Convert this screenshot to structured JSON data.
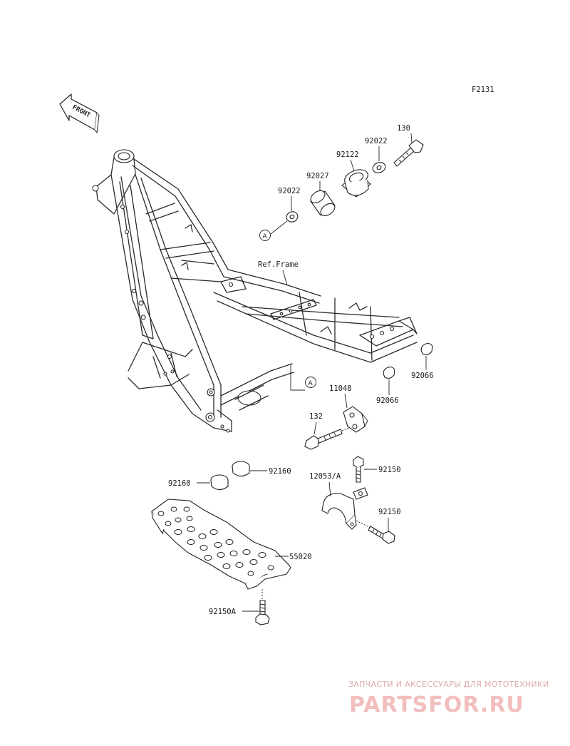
{
  "figure_code": "F2131",
  "front_arrow_label": "FRONT",
  "ref_frame_label": "Ref.Frame",
  "callout_a": "A",
  "parts": {
    "p130": "130",
    "p92022_top": "92022",
    "p92122": "92122",
    "p92027": "92027",
    "p92022_left": "92022",
    "p11048": "11048",
    "p132": "132",
    "p92066_left": "92066",
    "p92066_right": "92066",
    "p92160_right": "92160",
    "p92160_left": "92160",
    "p12053a": "12053/A",
    "p92150_top": "92150",
    "p92150_mid": "92150",
    "p55020": "55020",
    "p92150a": "92150A"
  },
  "watermark": {
    "tagline": "ЗАПЧАСТИ И АКСЕССУАРЫ ДЛЯ МОТОТЕХНИКИ",
    "logo": "PARTSFOR.RU"
  }
}
